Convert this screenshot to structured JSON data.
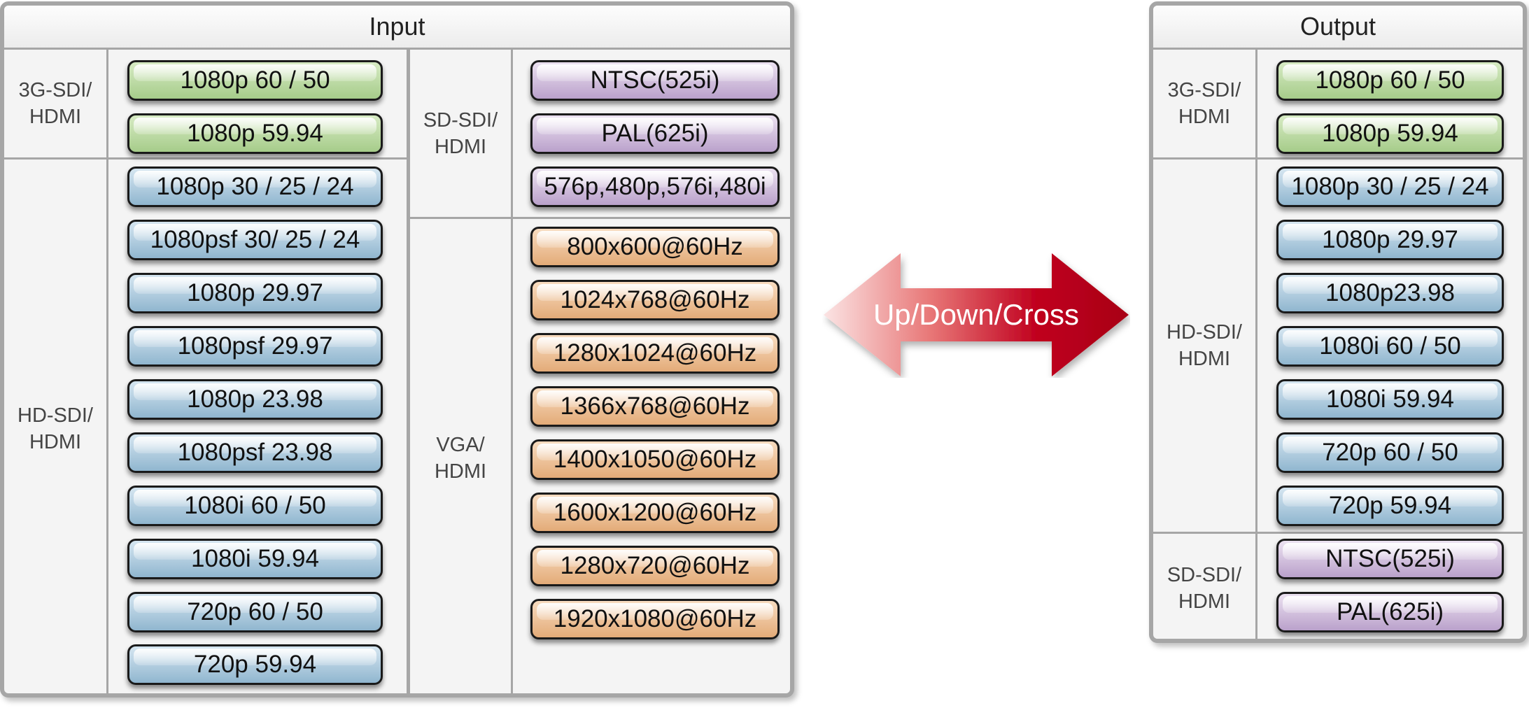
{
  "input": {
    "title": "Input",
    "groups": {
      "g3": "3G-SDI/\nHDMI",
      "hd": "HD-SDI/\nHDMI",
      "sd": "SD-SDI/\nHDMI",
      "vga": "VGA/\nHDMI"
    },
    "g3_formats": [
      "1080p 60 / 50",
      "1080p 59.94"
    ],
    "hd_formats": [
      "1080p 30 / 25 / 24",
      "1080psf 30/ 25 / 24",
      "1080p 29.97",
      "1080psf 29.97",
      "1080p 23.98",
      "1080psf 23.98",
      "1080i 60 / 50",
      "1080i 59.94",
      "720p 60 / 50",
      "720p 59.94"
    ],
    "sd_formats": [
      "NTSC(525i)",
      "PAL(625i)",
      "576p,480p,576i,480i"
    ],
    "vga_formats": [
      "800x600@60Hz",
      "1024x768@60Hz",
      "1280x1024@60Hz",
      "1366x768@60Hz",
      "1400x1050@60Hz",
      "1600x1200@60Hz",
      "1280x720@60Hz",
      "1920x1080@60Hz"
    ]
  },
  "arrow": {
    "label": "Up/Down/Cross"
  },
  "output": {
    "title": "Output",
    "groups": {
      "g3": "3G-SDI/\nHDMI",
      "hd": "HD-SDI/\nHDMI",
      "sd": "SD-SDI/\nHDMI"
    },
    "g3_formats": [
      "1080p 60 / 50",
      "1080p 59.94"
    ],
    "hd_formats": [
      "1080p 30 / 25 / 24",
      "1080p 29.97",
      "1080p23.98",
      "1080i 60 / 50",
      "1080i 59.94",
      "720p 60 / 50",
      "720p 59.94"
    ],
    "sd_formats": [
      "NTSC(525i)",
      "PAL(625i)"
    ]
  },
  "colors": {
    "green": "#a6cc8a",
    "blue": "#90b6cf",
    "purple": "#baa1cb",
    "orange": "#e3ab78",
    "arrow_red": "#c0001e",
    "border": "#a6a6a6"
  }
}
